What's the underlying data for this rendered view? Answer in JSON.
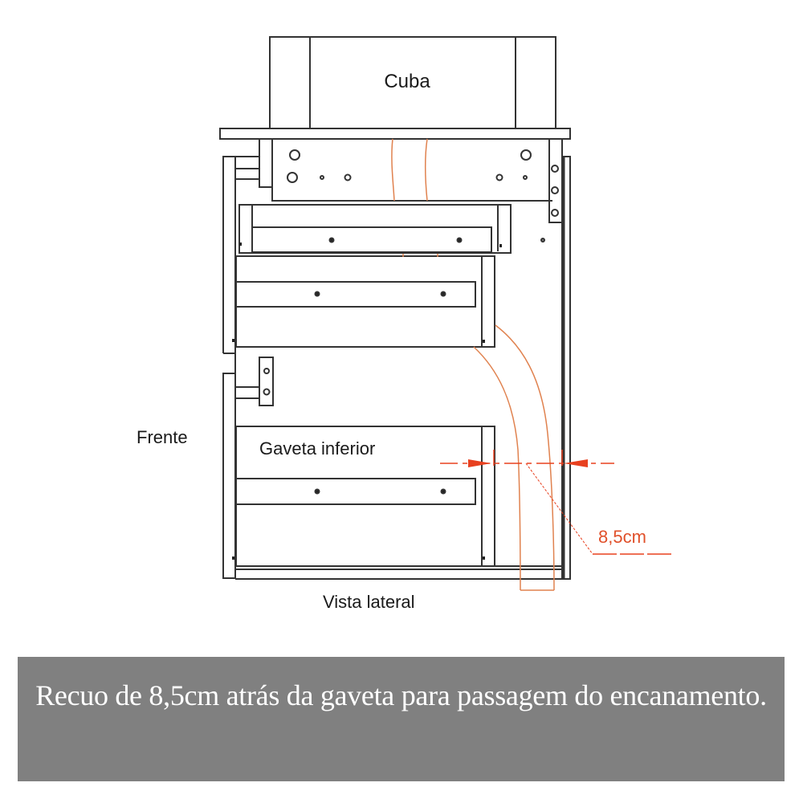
{
  "diagram": {
    "title": "Vista lateral",
    "labels": {
      "sink": "Cuba",
      "front": "Frente",
      "lower_drawer": "Gaveta inferior",
      "view": "Vista lateral",
      "dimension": "8,5cm"
    },
    "components": [
      {
        "name": "sink",
        "label": "Cuba"
      },
      {
        "name": "countertop"
      },
      {
        "name": "top-drawer-box"
      },
      {
        "name": "upper-drawer"
      },
      {
        "name": "middle-drawer"
      },
      {
        "name": "lower-drawer",
        "label": "Gaveta inferior"
      },
      {
        "name": "drain-pipe"
      },
      {
        "name": "back-panel"
      }
    ],
    "dimension_annotation": {
      "value": "8,5cm",
      "meaning": "setback behind drawer for plumbing"
    },
    "colors": {
      "line": "#333333",
      "pipe": "#e0824f",
      "dimension": "#e8401f",
      "caption_bg": "#808080",
      "caption_text": "#ffffff"
    }
  },
  "caption": {
    "text": "Recuo de 8,5cm atrás da gaveta para passagem do encanamento."
  }
}
